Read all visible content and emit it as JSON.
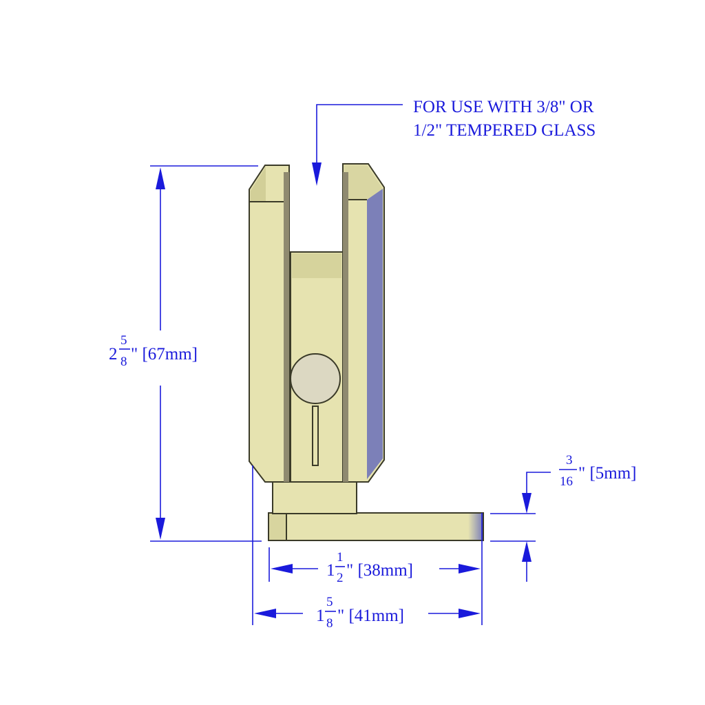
{
  "callout": {
    "line1": "FOR USE WITH 3/8\" OR",
    "line2": "1/2\" TEMPERED GLASS"
  },
  "dimensions": {
    "height": {
      "whole": "2",
      "num": "5",
      "den": "8",
      "suffix": "\" [67mm]"
    },
    "thickness": {
      "num": "3",
      "den": "16",
      "suffix": "\" [5mm]"
    },
    "base_width": {
      "whole": "1",
      "num": "1",
      "den": "2",
      "suffix": "\" [38mm]"
    },
    "overall_width": {
      "whole": "1",
      "num": "5",
      "den": "8",
      "suffix": "\" [41mm]"
    }
  },
  "colors": {
    "dimension": "#1a1adb",
    "clamp_body": "#e6e3b0",
    "clamp_shade": "#cfcc94",
    "gasket": "#8f8a70",
    "pin": "#dcd8c2",
    "side_face": "#7c80b8"
  }
}
